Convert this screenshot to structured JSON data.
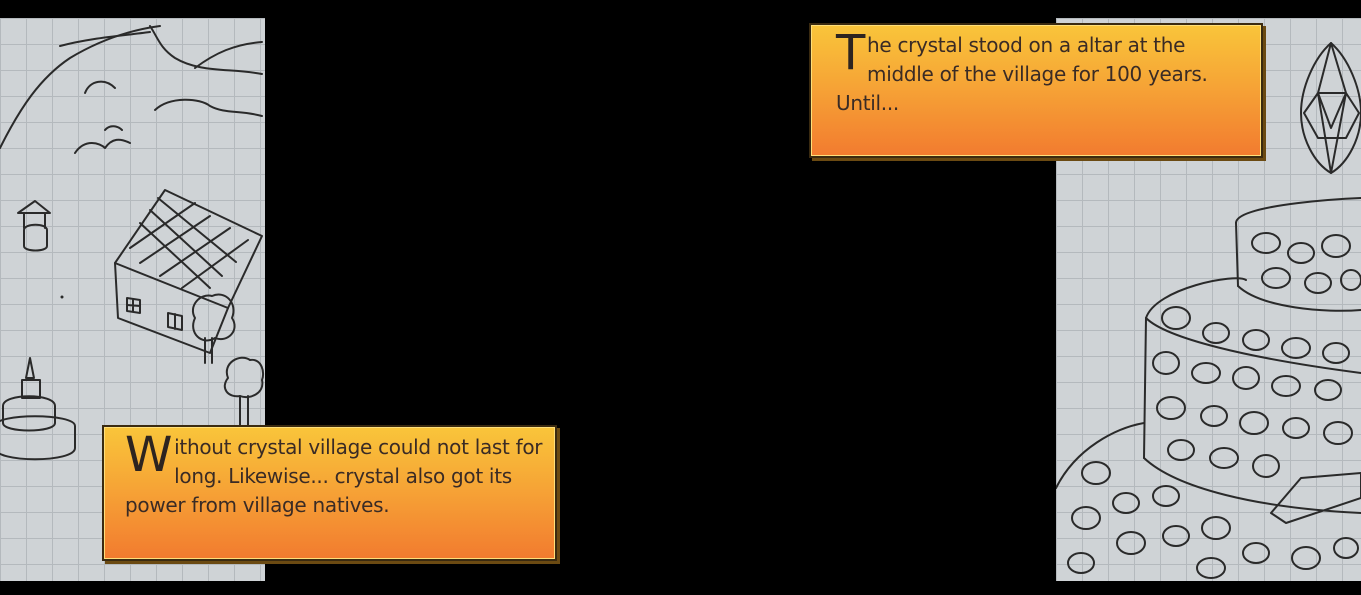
{
  "captions": {
    "left": {
      "drop_letter": "W",
      "text": "ithout crystal village could not last for long. Likewise... crystal also got its power from village natives."
    },
    "right": {
      "drop_letter": "T",
      "text": "he crystal stood on a altar at the middle of the village for 100 years. Until..."
    }
  },
  "colors": {
    "caption_gradient_top": "#f9c53a",
    "caption_gradient_bottom": "#f27b2f",
    "paper_grid": "#cfd3d6",
    "background": "#000000"
  }
}
